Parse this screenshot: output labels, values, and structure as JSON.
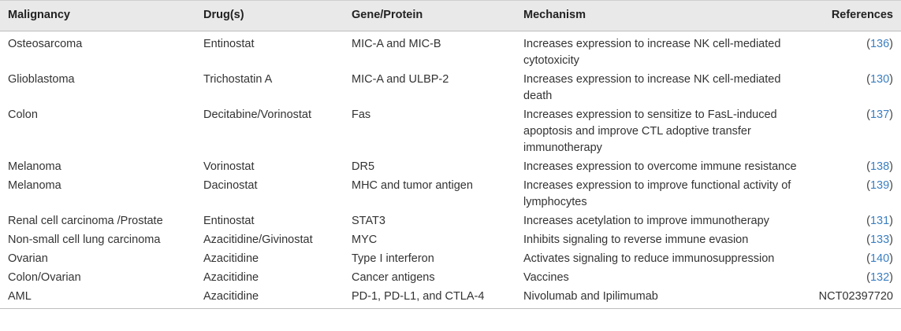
{
  "headers": {
    "malignancy": "Malignancy",
    "drugs": "Drug(s)",
    "gene": "Gene/Protein",
    "mechanism": "Mechanism",
    "references": "References"
  },
  "rows": [
    {
      "malignancy": "Osteosarcoma",
      "drugs": "Entinostat",
      "gene": "MIC-A and MIC-B",
      "mechanism": "Increases expression to increase NK cell-mediated cytotoxicity",
      "ref": "136",
      "ref_link": true
    },
    {
      "malignancy": "Glioblastoma",
      "drugs": "Trichostatin A",
      "gene": "MIC-A and ULBP-2",
      "mechanism": "Increases expression to increase NK cell-mediated death",
      "ref": "130",
      "ref_link": true
    },
    {
      "malignancy": "Colon",
      "drugs": "Decitabine/Vorinostat",
      "gene": "Fas",
      "mechanism": "Increases expression to sensitize to FasL-induced apoptosis and improve CTL adoptive transfer immunotherapy",
      "ref": "137",
      "ref_link": true
    },
    {
      "malignancy": "Melanoma",
      "drugs": "Vorinostat",
      "gene": "DR5",
      "mechanism": "Increases expression to overcome immune resistance",
      "ref": "138",
      "ref_link": true
    },
    {
      "malignancy": "Melanoma",
      "drugs": "Dacinostat",
      "gene": "MHC and tumor antigen",
      "mechanism": "Increases expression to improve functional activity of lymphocytes",
      "ref": "139",
      "ref_link": true
    },
    {
      "malignancy": "Renal cell carcinoma /Prostate",
      "drugs": "Entinostat",
      "gene": "STAT3",
      "mechanism": "Increases acetylation to improve immunotherapy",
      "ref": "131",
      "ref_link": true
    },
    {
      "malignancy": "Non-small cell lung carcinoma",
      "drugs": "Azacitidine/Givinostat",
      "gene": "MYC",
      "mechanism": "Inhibits signaling to reverse immune evasion",
      "ref": "133",
      "ref_link": true
    },
    {
      "malignancy": "Ovarian",
      "drugs": "Azacitidine",
      "gene": "Type I interferon",
      "mechanism": "Activates signaling to reduce immunosuppression",
      "ref": "140",
      "ref_link": true
    },
    {
      "malignancy": "Colon/Ovarian",
      "drugs": "Azacitidine",
      "gene": "Cancer antigens",
      "mechanism": "Vaccines",
      "ref": "132",
      "ref_link": true
    },
    {
      "malignancy": "AML",
      "drugs": "Azacitidine",
      "gene": "PD-1, PD-L1, and CTLA-4",
      "mechanism": "Nivolumab and Ipilimumab",
      "ref": "NCT02397720",
      "ref_link": false
    }
  ],
  "colors": {
    "header_bg": "#e9e9e9",
    "link": "#3a7fc1",
    "text": "#333333"
  }
}
